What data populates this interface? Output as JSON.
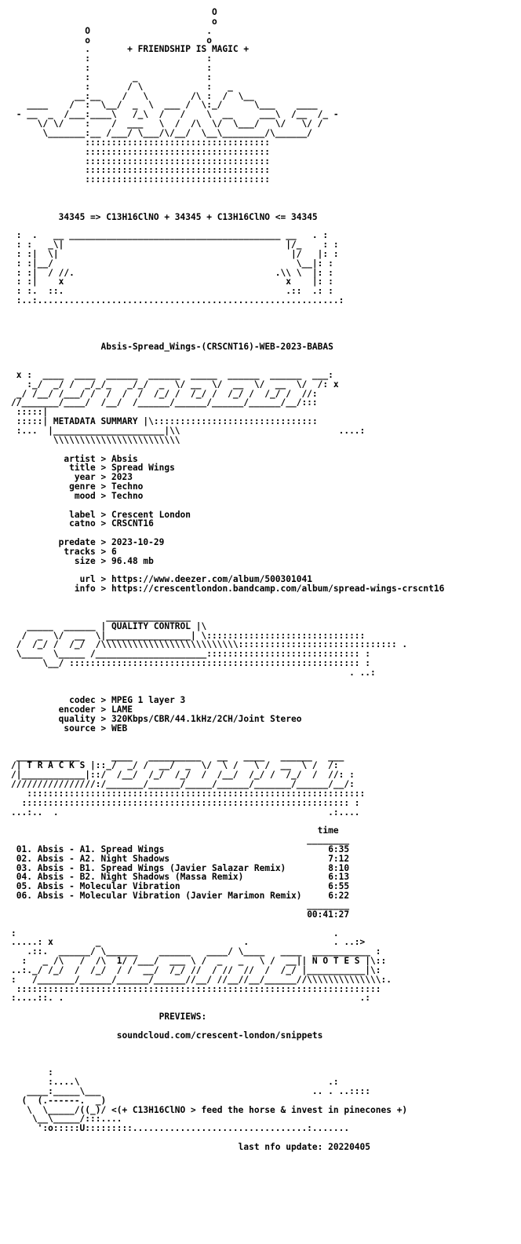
{
  "header": {
    "art": "                                      O\n                                      o\n              O                      .\n              o                      o\n              .       + FRIENDSHIP IS MAGIC +\n              :                      :\n              :                      :\n              :        _             :\n              :       / \\            :   _\n            __:__    /   \\        /\\ :  /  \\__\n   ____    /  :  \\__/  _  \\  ___ /  \\:_/      \\___    ____\n - __  _  /___:____\\   /_\\  /   /    \\  __     ___\\  /__  /_ -\n     \\/ \\/    :    /  ___   \\  /  /\\  \\/  \\___/   \\/   \\/ /\n      \\_______:__ /___/ \\___/\\/__/  \\__\\________/\\______/\n              :::::::::::::::::::::::::::::::::::\n              :::::::::::::::::::::::::::::::::::\n              :::::::::::::::::::::::::::::::::::\n              :::::::::::::::::::::::::::::::::::\n              :::::::::::::::::::::::::::::::::::",
    "equation": "34345 => C13H16ClNO + 34345 + C13H16ClNO <= 34345",
    "art_bottom": " :  .   __ ________________________________________ __   . :\n : :   _\\|                                          |/_    : :\n : :|  \\|                                            |/   |: :\n : :|__/                                              \\__|: :\n : :|  / //.                                      .\\\\ \\  |: :\n : :|    x                                          x    |: :\n : :.  ::.                                          .::  .: :\n :..:.........................................................:"
  },
  "release_name": "Absis-Spread_Wings-(CRSCNT16)-WEB-2023-BABAS",
  "metadata": {
    "banner_art": " x :  ____  ____  ______  ______  _____  ______  ______  ___:\n   :_/  _/ /  _/_/_   _/_/  _  \\/ __  \\/  __  \\/  __  \\/  /: x\n _/ /__/ /___/ /  /  /  /  /_/ /  /_/ /  /_/ /  /_/ /  //:\n//_______/____/  /__/  /______/______/______/______/__/:::\n :::::|",
    "section_title": "METADATA SUMMARY",
    "fields": [
      {
        "label": "artist",
        "value": "Absis"
      },
      {
        "label": "title",
        "value": "Spread Wings"
      },
      {
        "label": "year",
        "value": "2023"
      },
      {
        "label": "genre",
        "value": "Techno"
      },
      {
        "label": "mood",
        "value": "Techno"
      },
      {
        "label": "",
        "value": ""
      },
      {
        "label": "label",
        "value": "Crescent London"
      },
      {
        "label": "catno",
        "value": "CRSCNT16"
      },
      {
        "label": "",
        "value": ""
      },
      {
        "label": "predate",
        "value": "2023-10-29"
      },
      {
        "label": "tracks",
        "value": "6"
      },
      {
        "label": "size",
        "value": "96.48 mb"
      },
      {
        "label": "",
        "value": ""
      },
      {
        "label": "url",
        "value": "https://www.deezer.com/album/500301041"
      },
      {
        "label": "info",
        "value": "https://crescentlondon.bandcamp.com/album/spread-wings-crscnt16"
      }
    ]
  },
  "quality": {
    "section_title": "QUALITY CONTROL",
    "fields": [
      {
        "label": "codec",
        "value": "MPEG 1 layer 3"
      },
      {
        "label": "encoder",
        "value": "LAME"
      },
      {
        "label": "quality",
        "value": "320Kbps/CBR/44.1kHz/2CH/Joint Stereo"
      },
      {
        "label": "source",
        "value": "WEB"
      }
    ]
  },
  "tracks": {
    "section_title": "T R A C K S",
    "time_header": "time",
    "items": [
      {
        "num": "01.",
        "name": "Absis - A1. Spread Wings",
        "time": "6:35"
      },
      {
        "num": "02.",
        "name": "Absis - A2. Night Shadows",
        "time": "7:12"
      },
      {
        "num": "03.",
        "name": "Absis - B1. Spread Wings (Javier Salazar Remix)",
        "time": "8:10"
      },
      {
        "num": "04.",
        "name": "Absis - B2. Night Shadows (Massa Remix)",
        "time": "6:13"
      },
      {
        "num": "05.",
        "name": "Absis - Molecular Vibration",
        "time": "6:55"
      },
      {
        "num": "06.",
        "name": "Absis - Molecular Vibration (Javier Marimon Remix)",
        "time": "6:22"
      }
    ],
    "total": "00:41:27"
  },
  "notes": {
    "section_title": "N O T E S",
    "previews_label": "PREVIEWS:",
    "previews_url": "soundcloud.com/crescent-london/snippets"
  },
  "footer": {
    "tagline": "<(+ C13H16ClNO > feed the horse & invest in pinecones +)",
    "last_update": "last nfo update: 20220405"
  }
}
